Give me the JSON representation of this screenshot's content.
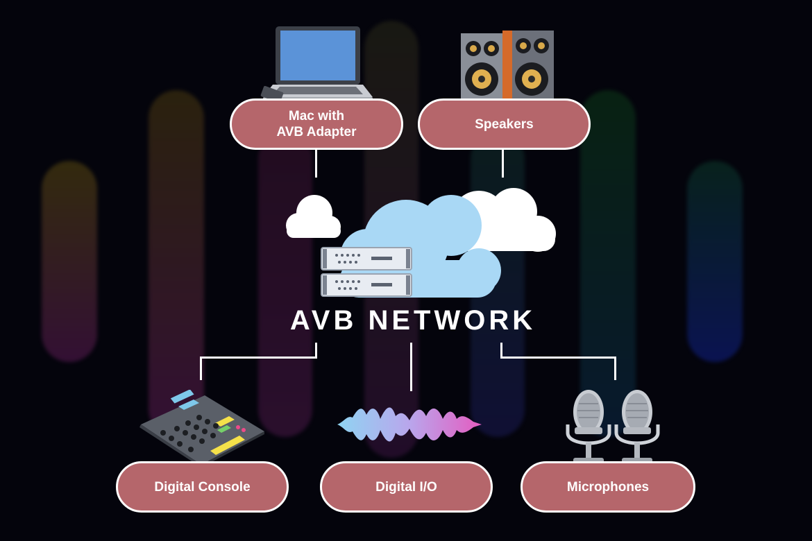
{
  "network": {
    "title": "AVB NETWORK"
  },
  "devices": {
    "mac": {
      "label": "Mac with\nAVB Adapter",
      "icon": "laptop-icon"
    },
    "speakers": {
      "label": "Speakers",
      "icon": "speakers-icon"
    },
    "console": {
      "label": "Digital Console",
      "icon": "mixing-console-icon"
    },
    "io": {
      "label": "Digital I/O",
      "icon": "sound-wave-icon"
    },
    "mics": {
      "label": "Microphones",
      "icon": "microphone-icon"
    }
  },
  "colors": {
    "background": "#04040c",
    "pill": "#b5666b",
    "pill_border": "#ffffff",
    "cloud_blue": "#a9d8f5",
    "cloud_white": "#ffffff"
  }
}
